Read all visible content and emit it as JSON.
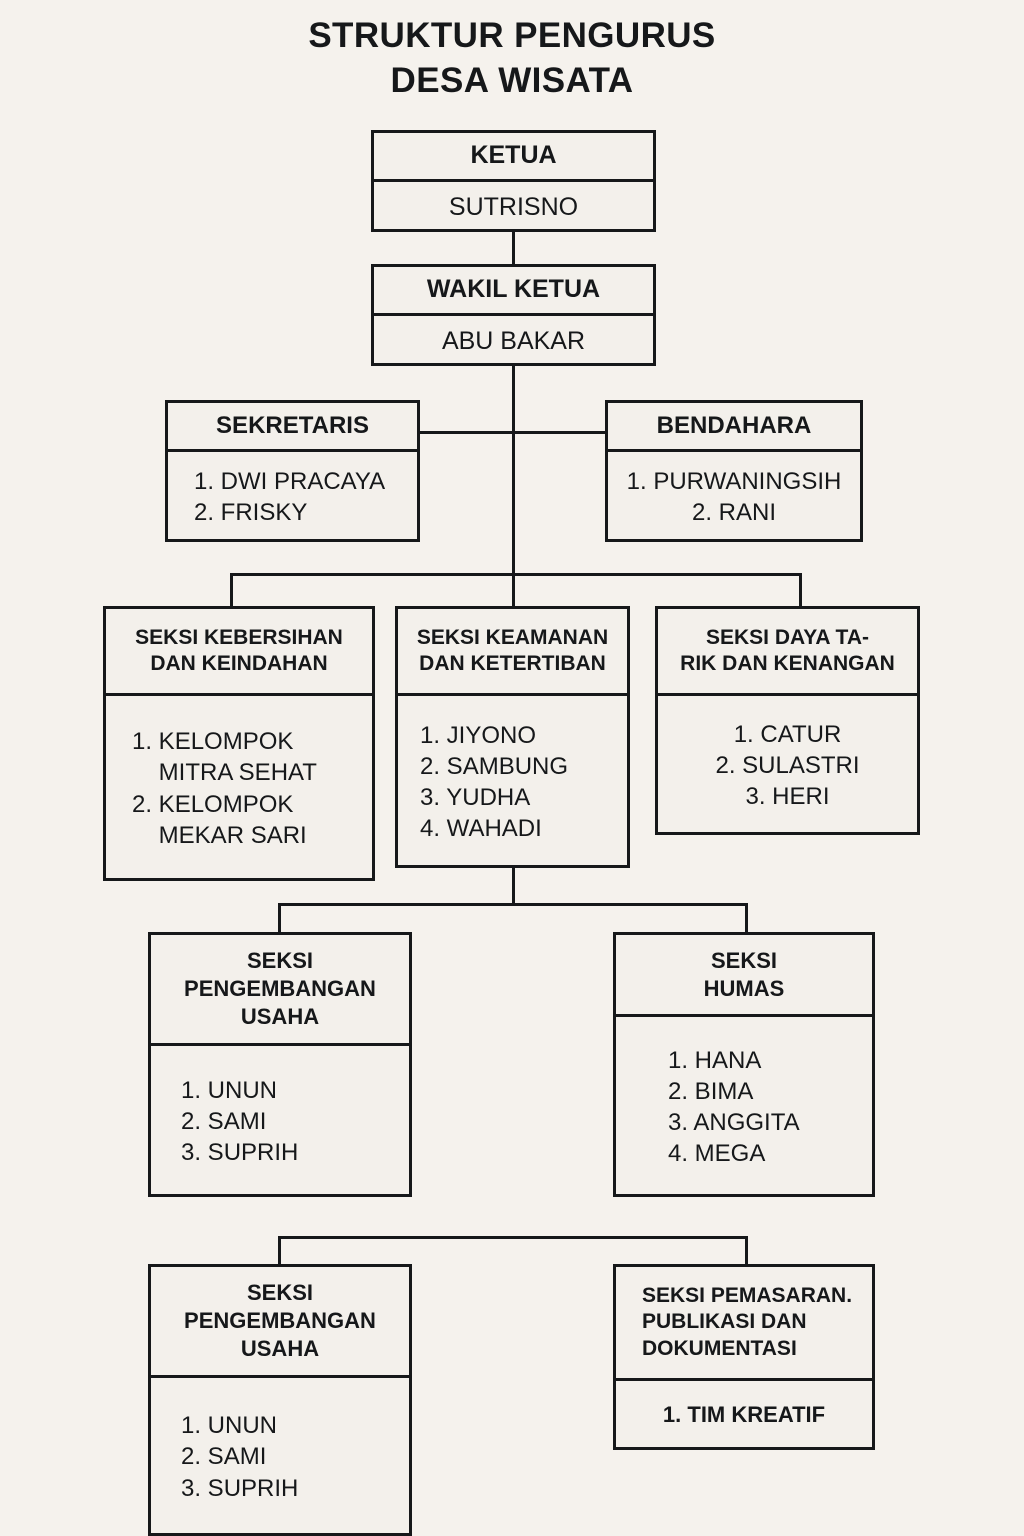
{
  "title": {
    "line1": "STRUKTUR PENGURUS",
    "line2": "DESA WISATA"
  },
  "chart_data": {
    "type": "diagram",
    "diagram_kind": "organizational-chart",
    "title": "STRUKTUR PENGURUS DESA WISATA",
    "nodes": [
      {
        "id": "ketua",
        "header": [
          "KETUA"
        ],
        "members": [
          "SUTRISNO"
        ],
        "level": 0
      },
      {
        "id": "wakil",
        "header": [
          "WAKIL KETUA"
        ],
        "members": [
          "ABU BAKAR"
        ],
        "level": 1
      },
      {
        "id": "sekretaris",
        "header": [
          "SEKRETARIS"
        ],
        "members": [
          "1. DWI PRACAYA",
          "2. FRISKY"
        ],
        "level": 2
      },
      {
        "id": "bendahara",
        "header": [
          "BENDAHARA"
        ],
        "members": [
          "1. PURWANINGSIH",
          "2. RANI"
        ],
        "level": 2
      },
      {
        "id": "kebersihan",
        "header": [
          "SEKSI KEBERSIHAN",
          "DAN KEINDAHAN"
        ],
        "members": [
          "1. KELOMPOK",
          "    MITRA SEHAT",
          "2. KELOMPOK",
          "    MEKAR SARI"
        ],
        "level": 3
      },
      {
        "id": "keamanan",
        "header": [
          "SEKSI KEAMANAN",
          "DAN KETERTIBAN"
        ],
        "members": [
          "1. JIYONO",
          "2. SAMBUNG",
          "3. YUDHA",
          "4. WAHADI"
        ],
        "level": 3
      },
      {
        "id": "dayatarik",
        "header": [
          "SEKSI DAYA TA-",
          "RIK DAN KENANGAN"
        ],
        "members": [
          "1. CATUR",
          "2. SULASTRI",
          "3. HERI"
        ],
        "level": 3
      },
      {
        "id": "pengembangan1",
        "header": [
          "SEKSI",
          "PENGEMBANGAN",
          "USAHA"
        ],
        "members": [
          "1. UNUN",
          "2. SAMI",
          "3. SUPRIH"
        ],
        "level": 4
      },
      {
        "id": "humas",
        "header": [
          "SEKSI",
          "HUMAS"
        ],
        "members": [
          "1. HANA",
          "2. BIMA",
          "3. ANGGITA",
          "4. MEGA"
        ],
        "level": 4
      },
      {
        "id": "pengembangan2",
        "header": [
          "SEKSI",
          "PENGEMBANGAN",
          "USAHA"
        ],
        "members": [
          "1. UNUN",
          "2. SAMI",
          "3. SUPRIH"
        ],
        "level": 5
      },
      {
        "id": "pemasaran",
        "header": [
          "SEKSI PEMASARAN.",
          "PUBLIKASI DAN",
          "DOKUMENTASI"
        ],
        "members": [
          "1. TIM KREATIF"
        ],
        "level": 5
      }
    ],
    "edges": [
      {
        "from": "ketua",
        "to": "wakil"
      },
      {
        "from": "wakil",
        "to": "sekretaris"
      },
      {
        "from": "wakil",
        "to": "bendahara"
      },
      {
        "from": "wakil",
        "to": "kebersihan"
      },
      {
        "from": "wakil",
        "to": "keamanan"
      },
      {
        "from": "wakil",
        "to": "dayatarik"
      },
      {
        "from": "keamanan",
        "to": "pengembangan1"
      },
      {
        "from": "keamanan",
        "to": "humas"
      },
      {
        "from": "pengembangan1",
        "to": "pengembangan2"
      },
      {
        "from": "humas",
        "to": "pemasaran"
      }
    ],
    "colors": {
      "background": "#f5f2ed",
      "box_fill": "#f3f0eb",
      "line": "#16181a",
      "text": "#16181a"
    }
  },
  "ketua": {
    "header": "KETUA",
    "member_1": "SUTRISNO"
  },
  "wakil": {
    "header": "WAKIL KETUA",
    "member_1": "ABU BAKAR"
  },
  "sekretaris": {
    "header": "SEKRETARIS",
    "member_1": "1. DWI PRACAYA",
    "member_2": "2. FRISKY"
  },
  "bendahara": {
    "header": "BENDAHARA",
    "member_1": "1. PURWANINGSIH",
    "member_2": "2. RANI"
  },
  "kebersihan": {
    "header_1": "SEKSI KEBERSIHAN",
    "header_2": "DAN KEINDAHAN",
    "member_1": "1. KELOMPOK",
    "member_1b": "    MITRA SEHAT",
    "member_2": "2. KELOMPOK",
    "member_2b": "    MEKAR SARI"
  },
  "keamanan": {
    "header_1": "SEKSI KEAMANAN",
    "header_2": "DAN KETERTIBAN",
    "member_1": "1. JIYONO",
    "member_2": "2. SAMBUNG",
    "member_3": "3. YUDHA",
    "member_4": "4. WAHADI"
  },
  "dayatarik": {
    "header_1": "SEKSI DAYA TA-",
    "header_2": "RIK DAN KENANGAN",
    "member_1": "1. CATUR",
    "member_2": "2. SULASTRI",
    "member_3": "3. HERI"
  },
  "pengembangan1": {
    "header_1": "SEKSI",
    "header_2": "PENGEMBANGAN",
    "header_3": "USAHA",
    "member_1": "1. UNUN",
    "member_2": "2. SAMI",
    "member_3": "3. SUPRIH"
  },
  "humas": {
    "header_1": "SEKSI",
    "header_2": "HUMAS",
    "member_1": "1. HANA",
    "member_2": "2. BIMA",
    "member_3": "3. ANGGITA",
    "member_4": "4. MEGA"
  },
  "pengembangan2": {
    "header_1": "SEKSI",
    "header_2": "PENGEMBANGAN",
    "header_3": "USAHA",
    "member_1": "1. UNUN",
    "member_2": "2. SAMI",
    "member_3": "3. SUPRIH"
  },
  "pemasaran": {
    "header_1": "SEKSI PEMASARAN.",
    "header_2": "PUBLIKASI DAN",
    "header_3": "DOKUMENTASI",
    "member_1": "1. TIM KREATIF"
  }
}
